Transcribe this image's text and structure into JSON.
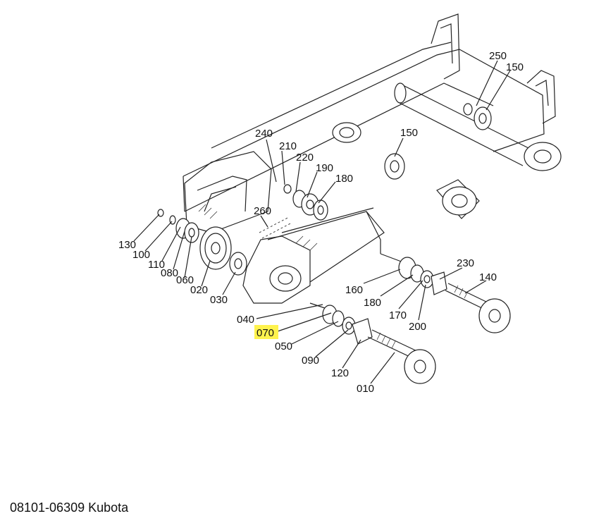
{
  "diagram": {
    "part_labels": [
      "250",
      "150",
      "240",
      "210",
      "220",
      "190",
      "150",
      "180",
      "260",
      "130",
      "100",
      "110",
      "080",
      "060",
      "020",
      "030",
      "040",
      "070",
      "050",
      "090",
      "120",
      "010",
      "160",
      "180",
      "170",
      "200",
      "230",
      "140"
    ],
    "highlighted_label": "070",
    "highlight_color": "#fff34d"
  },
  "caption": "08101-06309 Kubota"
}
